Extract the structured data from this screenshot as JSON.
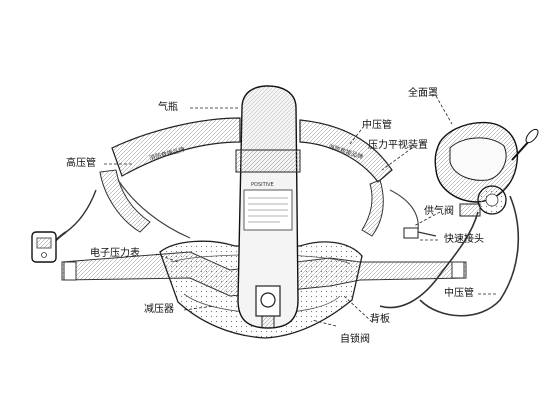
{
  "labels": {
    "cylinder": "气瓶",
    "high_pressure_hose": "高压管",
    "electronic_gauge": "电子压力表",
    "pressure_reducer": "减压器",
    "mid_pressure_hose_top": "中压管",
    "heads_up_display": "压力平视装置",
    "full_face_mask": "全面罩",
    "demand_valve": "供气阀",
    "quick_connector": "快速接头",
    "mid_pressure_hose_bottom": "中压管",
    "backplate": "背板",
    "self_locking_valve": "自锁阀"
  },
  "strap_text": {
    "left_shoulder": "消防救援品牌",
    "right_shoulder": "消防救援品牌",
    "cylinder_brand": "POSITIVE"
  }
}
